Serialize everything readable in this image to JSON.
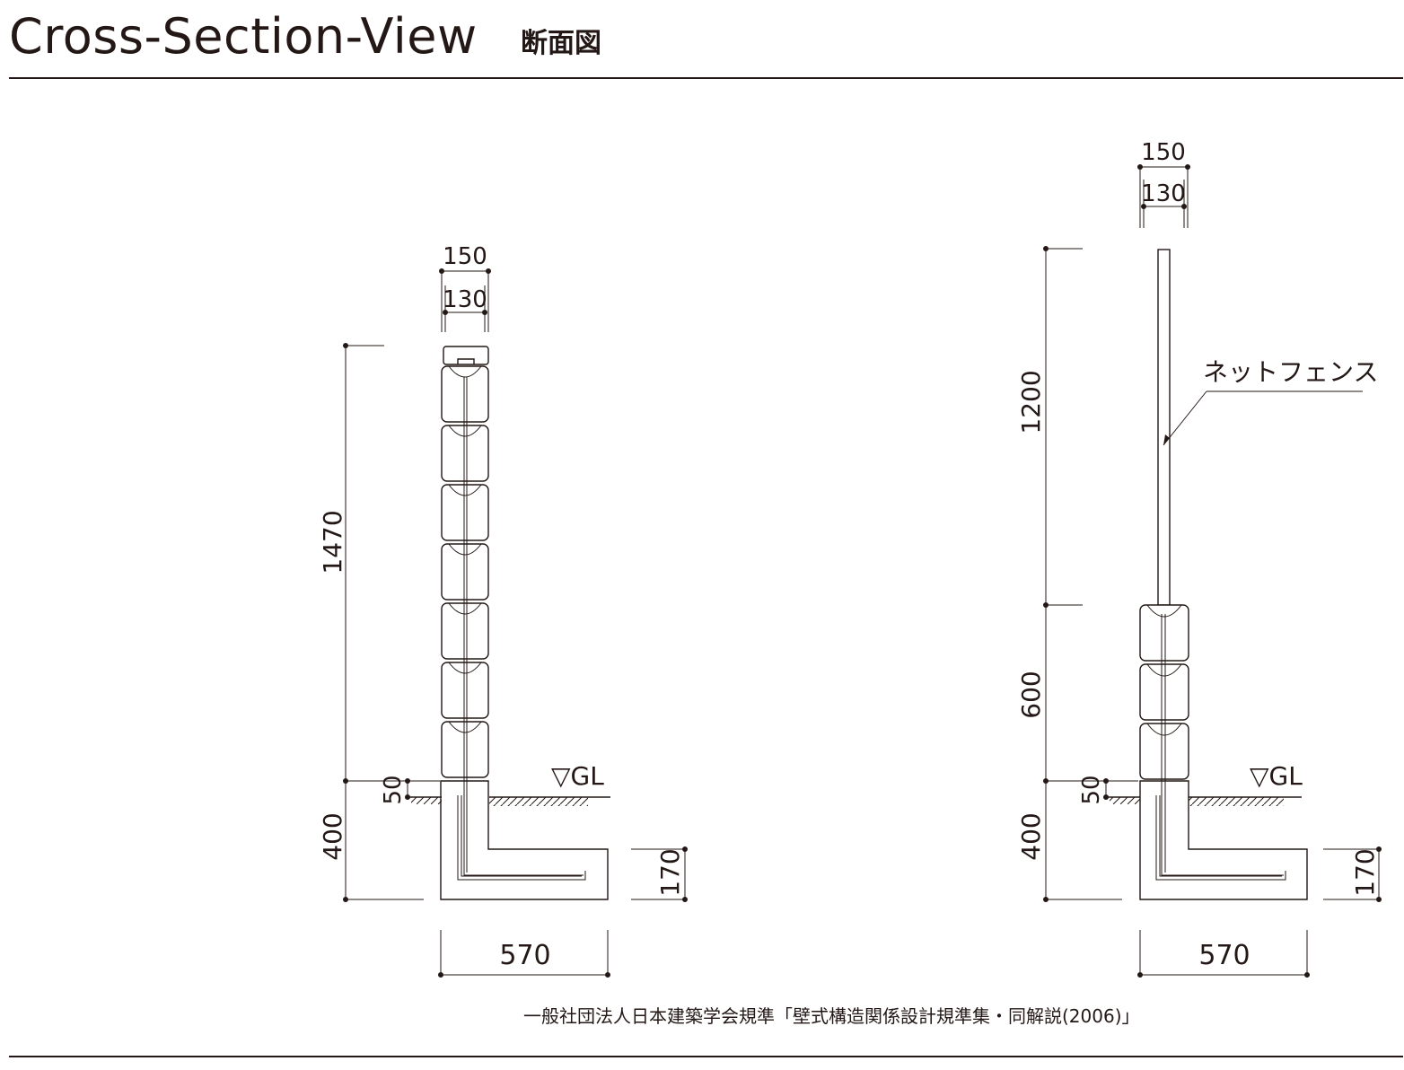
{
  "header": {
    "title_en": "Cross-Section-View",
    "title_ja": "断面図"
  },
  "left_section": {
    "width_outer": "150",
    "width_inner": "130",
    "height_total": "1470",
    "embed_depth": "50",
    "footing_height": "400",
    "footing_thickness": "170",
    "footing_width": "570",
    "ground_label": "▽GL"
  },
  "right_section": {
    "width_outer": "150",
    "width_inner": "130",
    "fence_height": "1200",
    "block_height": "600",
    "embed_depth": "50",
    "footing_height": "400",
    "footing_thickness": "170",
    "footing_width": "570",
    "ground_label": "▽GL",
    "fence_label": "ネットフェンス"
  },
  "footer": {
    "note": "一般社団法人日本建築学会規準「壁式構造関係設計規準集・同解説(2006)」"
  }
}
